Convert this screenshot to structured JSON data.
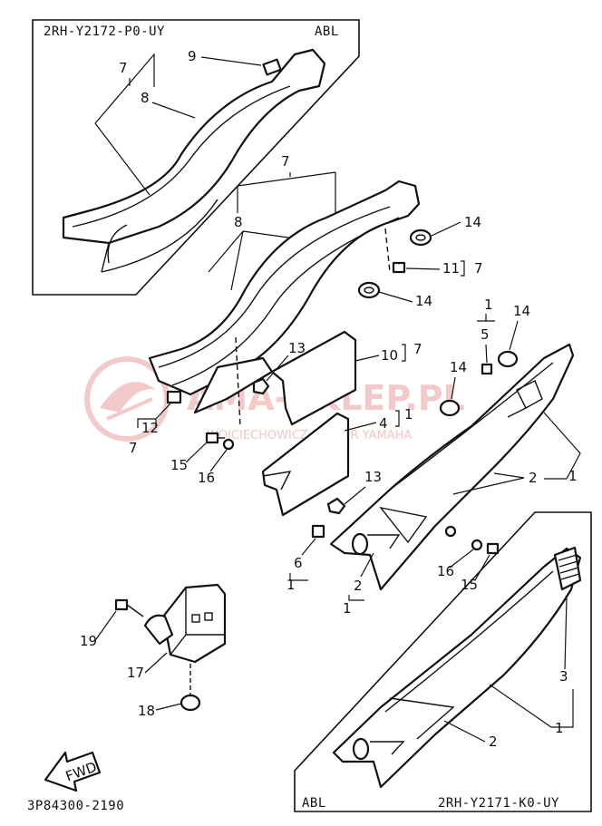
{
  "insets": {
    "top": {
      "code": "2RH-Y2172-P0-UY",
      "tag": "ABL"
    },
    "bottom": {
      "code": "2RH-Y2171-K0-UY",
      "tag": "ABL"
    }
  },
  "diagram_code": "3P84300-2190",
  "fwd_label": "FWD",
  "watermark": {
    "brand": "AMA-SKLEP.PL",
    "subtitle": "WOJCIECHOWICZ DEALER YAMAHA"
  },
  "callouts": {
    "c1": "1",
    "c2": "2",
    "c3": "3",
    "c4": "4",
    "c5": "5",
    "c6": "6",
    "c7": "7",
    "c8": "8",
    "c9": "9",
    "c10": "10",
    "c11": "11",
    "c12": "12",
    "c13": "13",
    "c14": "14",
    "c15": "15",
    "c16": "16",
    "c17": "17",
    "c18": "18",
    "c19": "19"
  },
  "ref_marks": {
    "r7": "7",
    "r1": "1"
  }
}
